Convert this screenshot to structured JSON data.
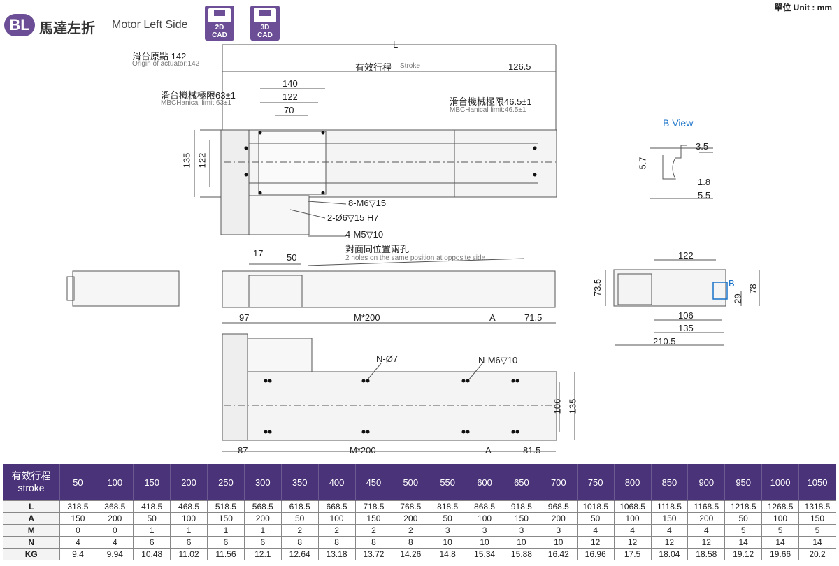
{
  "header": {
    "badge": "BL",
    "title_cn": "馬達左折",
    "title_en": "Motor Left Side",
    "cad_buttons": [
      {
        "top": "2D",
        "bottom": "CAD"
      },
      {
        "top": "3D",
        "bottom": "CAD"
      }
    ],
    "unit": "單位 Unit : mm"
  },
  "drawing": {
    "top_view": {
      "L": "L",
      "stroke_cn": "有效行程",
      "stroke_en": "Stroke",
      "origin_cn": "滑台原點 142",
      "origin_en": "Origin of actuator:142",
      "d140": "140",
      "d122": "122",
      "d70": "70",
      "d126_5": "126.5",
      "limit_left_cn": "滑台機械極限63±1",
      "limit_left_en": "MBCHanical limit:63±1",
      "limit_right_cn": "滑台機械極限46.5±1",
      "limit_right_en": "MBCHanical limit:46.5±1",
      "h135": "135",
      "h122": "122",
      "hole1": "8-M6",
      "hole1_depth": "▽15",
      "hole2": "2-Ø6",
      "hole2_depth": "▽15 H7",
      "hole3": "4-M5",
      "hole3_depth": "▽10",
      "hole3_cn": "對面同位置兩孔",
      "hole3_en": "2 holes on the same position at opposite side."
    },
    "side_view": {
      "d17": "17",
      "d50": "50"
    },
    "b_view": {
      "title": "B View",
      "d3_5": "3.5",
      "d5_7": "5.7",
      "d1_8": "1.8",
      "d5_5": "5.5"
    },
    "end_view": {
      "d122": "122",
      "d73_5": "73.5",
      "d78": "78",
      "d29": "29",
      "d106": "106",
      "d135": "135",
      "d210_5": "210.5",
      "label_b": "B"
    },
    "bottom_view": {
      "d97": "97",
      "m200_top": "M*200",
      "A_top": "A",
      "d71_5": "71.5",
      "n_hole": "N-Ø7",
      "n_thread": "N-M6",
      "n_thread_depth": "▽10",
      "d106": "106",
      "d135": "135",
      "d87": "87",
      "m200_bot": "M*200",
      "A_bot": "A",
      "d81_5": "81.5"
    }
  },
  "table": {
    "header_cn": "有效行程",
    "header_en": "stroke",
    "strokes": [
      "50",
      "100",
      "150",
      "200",
      "250",
      "300",
      "350",
      "400",
      "450",
      "500",
      "550",
      "600",
      "650",
      "700",
      "750",
      "800",
      "850",
      "900",
      "950",
      "1000",
      "1050"
    ],
    "rows": [
      {
        "label": "L",
        "values": [
          "318.5",
          "368.5",
          "418.5",
          "468.5",
          "518.5",
          "568.5",
          "618.5",
          "668.5",
          "718.5",
          "768.5",
          "818.5",
          "868.5",
          "918.5",
          "968.5",
          "1018.5",
          "1068.5",
          "1118.5",
          "1168.5",
          "1218.5",
          "1268.5",
          "1318.5"
        ]
      },
      {
        "label": "A",
        "values": [
          "150",
          "200",
          "50",
          "100",
          "150",
          "200",
          "50",
          "100",
          "150",
          "200",
          "50",
          "100",
          "150",
          "200",
          "50",
          "100",
          "150",
          "200",
          "50",
          "100",
          "150"
        ]
      },
      {
        "label": "M",
        "values": [
          "0",
          "0",
          "1",
          "1",
          "1",
          "1",
          "2",
          "2",
          "2",
          "2",
          "3",
          "3",
          "3",
          "3",
          "4",
          "4",
          "4",
          "4",
          "5",
          "5",
          "5"
        ]
      },
      {
        "label": "N",
        "values": [
          "4",
          "4",
          "6",
          "6",
          "6",
          "6",
          "8",
          "8",
          "8",
          "8",
          "10",
          "10",
          "10",
          "10",
          "12",
          "12",
          "12",
          "12",
          "14",
          "14",
          "14"
        ]
      },
      {
        "label": "KG",
        "values": [
          "9.4",
          "9.94",
          "10.48",
          "11.02",
          "11.56",
          "12.1",
          "12.64",
          "13.18",
          "13.72",
          "14.26",
          "14.8",
          "15.34",
          "15.88",
          "16.42",
          "16.96",
          "17.5",
          "18.04",
          "18.58",
          "19.12",
          "19.66",
          "20.2"
        ]
      }
    ]
  }
}
